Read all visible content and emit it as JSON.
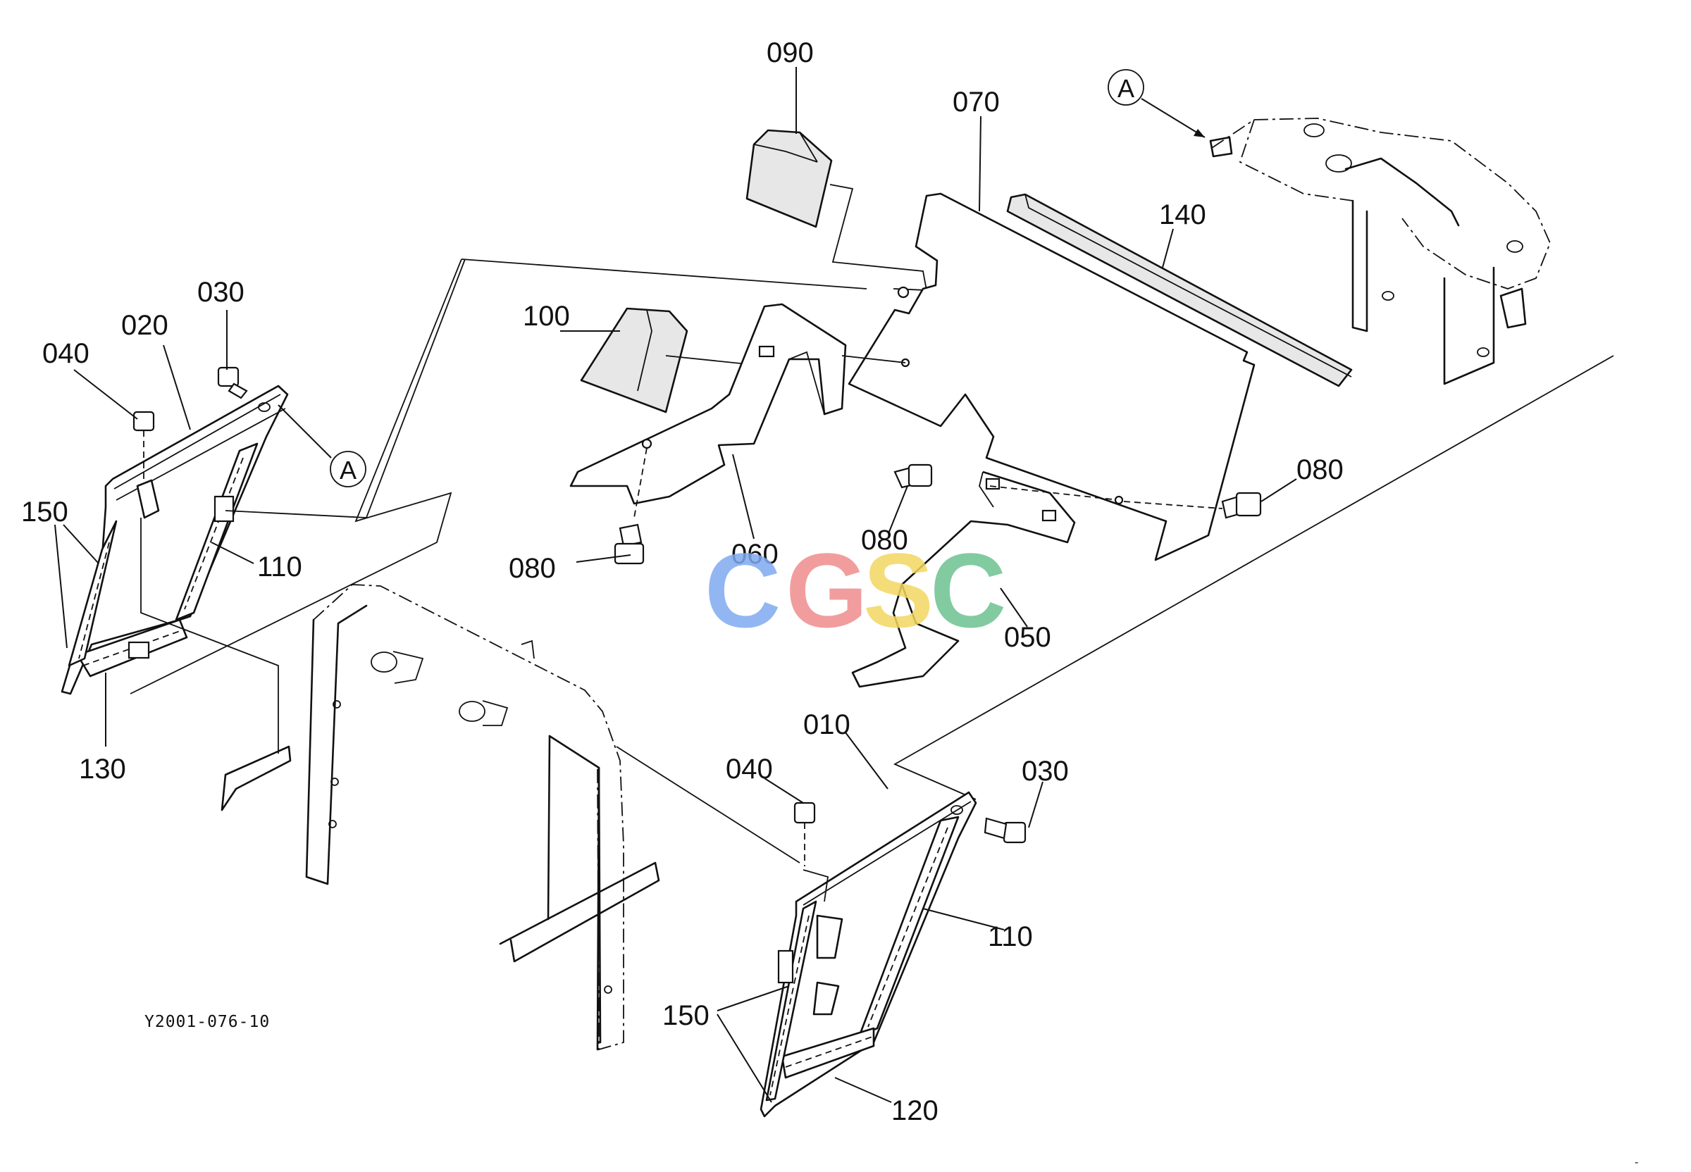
{
  "labels": {
    "p090": "090",
    "p070": "070",
    "p140": "140",
    "p100": "100",
    "p030_left": "030",
    "p020": "020",
    "p040_left": "040",
    "p150_left": "150",
    "p110_left": "110",
    "p130": "130",
    "p080_left": "080",
    "p060": "060",
    "p080_mid": "080",
    "p080_right": "080",
    "p050": "050",
    "p010": "010",
    "p040_right": "040",
    "p030_right": "030",
    "p110_right": "110",
    "p150_right": "150",
    "p120": "120",
    "ref_a_top": "A",
    "ref_a_left": "A"
  },
  "drawing_id": "Y2001-076-10",
  "watermark": {
    "letters": [
      "C",
      "G",
      "S",
      "C"
    ],
    "colors": [
      "#7fa9f0",
      "#f08c8c",
      "#f2d660",
      "#6cc28f"
    ]
  }
}
